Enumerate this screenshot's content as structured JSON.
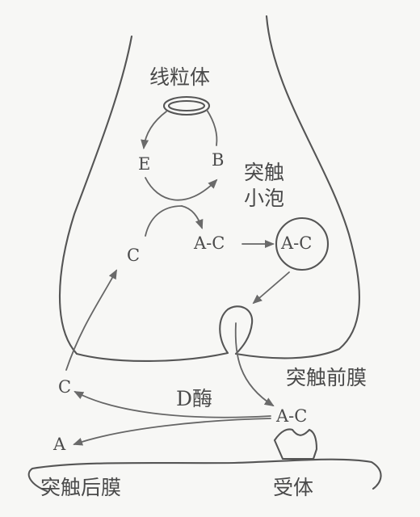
{
  "labels": {
    "mitochondria": "线粒体",
    "E": "E",
    "B": "B",
    "vesicle_line1": "突触",
    "vesicle_line2": "小泡",
    "C_top": "C",
    "AC_mid": "A-C",
    "AC_vesicle": "A-C",
    "presynaptic_membrane": "突触前膜",
    "C_left": "C",
    "D_enzyme": "D酶",
    "AC_cleft": "A-C",
    "A": "A",
    "postsynaptic_membrane": "突触后膜",
    "receptor": "受体"
  },
  "colors": {
    "line": "#555555",
    "text": "#4a4a4a",
    "arrow": "#6a6a6a",
    "background": "#f7f7f5"
  }
}
